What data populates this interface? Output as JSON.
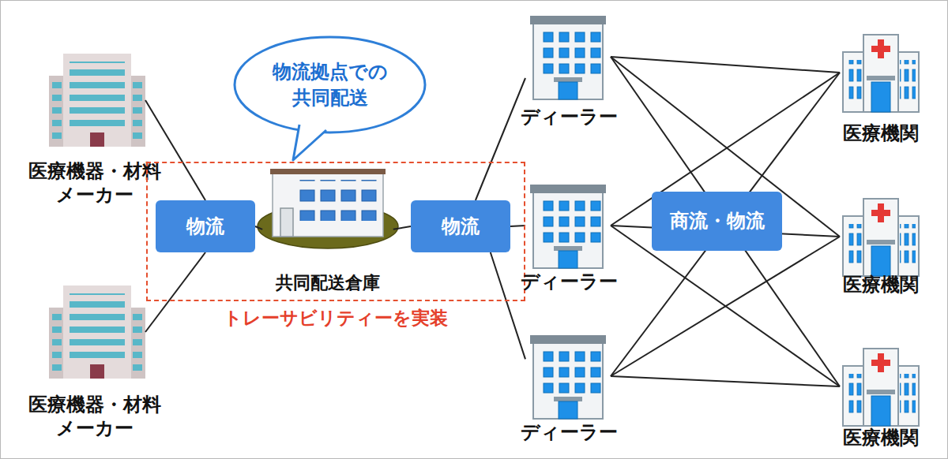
{
  "diagram": {
    "nodes": [
      {
        "text": [
          "医療機器・材料 メーカー"
        ]
      },
      {
        "text": [
          "医療機器・材料 メーカー"
        ]
      },
      {
        "text": [
          "トレーサビリティーを実装"
        ]
      },
      {
        "text": [
          "物流"
        ],
        "in": 2
      },
      {
        "text": [
          "共同配送倉庫"
        ],
        "in": 2
      },
      {
        "text": [
          "物流"
        ],
        "in": 2
      },
      {
        "text": [
          "物流拠点での 共同配送"
        ]
      },
      {
        "text": [
          "ディーラー"
        ]
      },
      {
        "text": [
          "ディーラー"
        ]
      },
      {
        "text": [
          "ディーラー"
        ]
      },
      {
        "text": [
          "商流・物流"
        ]
      },
      {
        "text": [
          "医療機関"
        ]
      },
      {
        "text": [
          "医療機関"
        ]
      },
      {
        "text": [
          "医療機関"
        ]
      }
    ],
    "edges": [
      {
        "from": 0,
        "to": 3,
        "arrow": "none"
      },
      {
        "from": 1,
        "to": 3,
        "arrow": "none"
      },
      {
        "from": 3,
        "to": 4,
        "arrow": "none"
      },
      {
        "from": 4,
        "to": 5,
        "arrow": "none"
      },
      {
        "from": 5,
        "to": 7,
        "arrow": "none"
      },
      {
        "from": 5,
        "to": 8,
        "arrow": "none"
      },
      {
        "from": 5,
        "to": 9,
        "arrow": "none"
      },
      {
        "from": 7,
        "to": 11,
        "arrow": "none"
      },
      {
        "from": 7,
        "to": 12,
        "arrow": "none"
      },
      {
        "from": 7,
        "to": 13,
        "arrow": "none"
      },
      {
        "from": 8,
        "to": 11,
        "arrow": "none"
      },
      {
        "from": 8,
        "to": 12,
        "arrow": "none"
      },
      {
        "from": 8,
        "to": 13,
        "arrow": "none"
      },
      {
        "from": 9,
        "to": 11,
        "arrow": "none"
      },
      {
        "from": 9,
        "to": 12,
        "arrow": "none"
      },
      {
        "from": 9,
        "to": 13,
        "arrow": "none"
      }
    ]
  }
}
